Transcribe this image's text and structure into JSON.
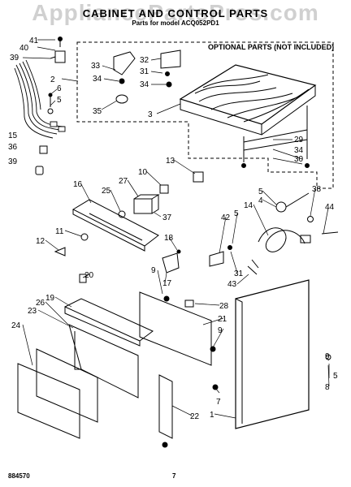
{
  "header": {
    "title": "CABINET AND CONTROL PARTS",
    "subtitle": "Parts for model ACQ052PD1",
    "watermark": "AppliancePartsPros.com"
  },
  "optional_box": {
    "label": "OPTIONAL PARTS (NOT INCLUDED)"
  },
  "footer": {
    "doc_number": "884570",
    "page_number": "7"
  },
  "callouts": [
    {
      "id": "c41",
      "text": "41"
    },
    {
      "id": "c40",
      "text": "40"
    },
    {
      "id": "c39a",
      "text": "39"
    },
    {
      "id": "c2",
      "text": "2"
    },
    {
      "id": "c6",
      "text": "6"
    },
    {
      "id": "c5a",
      "text": "5"
    },
    {
      "id": "c15",
      "text": "15"
    },
    {
      "id": "c36",
      "text": "36"
    },
    {
      "id": "c39b",
      "text": "39"
    },
    {
      "id": "c33",
      "text": "33"
    },
    {
      "id": "c34a",
      "text": "34"
    },
    {
      "id": "c35",
      "text": "35"
    },
    {
      "id": "c32",
      "text": "32"
    },
    {
      "id": "c31a",
      "text": "31"
    },
    {
      "id": "c34b",
      "text": "34"
    },
    {
      "id": "c3",
      "text": "3"
    },
    {
      "id": "c29",
      "text": "29"
    },
    {
      "id": "c34c",
      "text": "34"
    },
    {
      "id": "c30",
      "text": "30"
    },
    {
      "id": "c13",
      "text": "13"
    },
    {
      "id": "c10",
      "text": "10"
    },
    {
      "id": "c16",
      "text": "16"
    },
    {
      "id": "c27",
      "text": "27"
    },
    {
      "id": "c25",
      "text": "25"
    },
    {
      "id": "c37",
      "text": "37"
    },
    {
      "id": "c11",
      "text": "11"
    },
    {
      "id": "c12",
      "text": "12"
    },
    {
      "id": "c18",
      "text": "18"
    },
    {
      "id": "c9a",
      "text": "9"
    },
    {
      "id": "c17",
      "text": "17"
    },
    {
      "id": "c20",
      "text": "20"
    },
    {
      "id": "c5b",
      "text": "5"
    },
    {
      "id": "c4",
      "text": "4"
    },
    {
      "id": "c14",
      "text": "14"
    },
    {
      "id": "c38",
      "text": "38"
    },
    {
      "id": "c44",
      "text": "44"
    },
    {
      "id": "c42",
      "text": "42"
    },
    {
      "id": "c5c",
      "text": "5"
    },
    {
      "id": "c31b",
      "text": "31"
    },
    {
      "id": "c43",
      "text": "43"
    },
    {
      "id": "c19",
      "text": "19"
    },
    {
      "id": "c23",
      "text": "23"
    },
    {
      "id": "c26",
      "text": "26"
    },
    {
      "id": "c24",
      "text": "24"
    },
    {
      "id": "c28",
      "text": "28"
    },
    {
      "id": "c21",
      "text": "21"
    },
    {
      "id": "c9b",
      "text": "9"
    },
    {
      "id": "c7",
      "text": "7"
    },
    {
      "id": "c22",
      "text": "22"
    },
    {
      "id": "c1",
      "text": "1"
    },
    {
      "id": "c9c",
      "text": "9"
    },
    {
      "id": "c5d",
      "text": "5"
    },
    {
      "id": "c8",
      "text": "8"
    }
  ]
}
